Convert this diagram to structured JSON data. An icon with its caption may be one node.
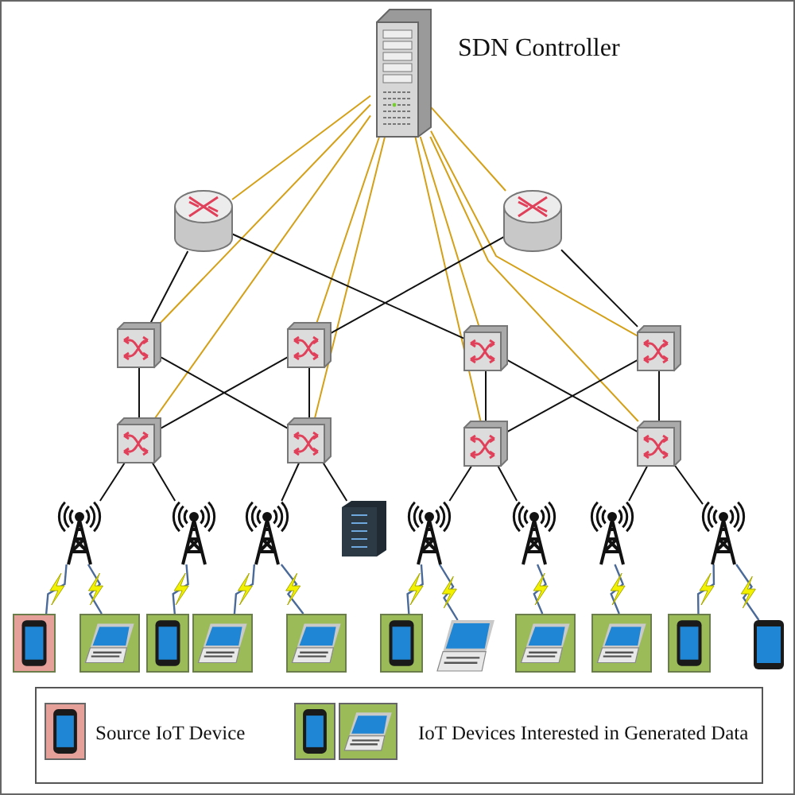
{
  "diagram": {
    "nodes": [
      {
        "text": [],
        "shape": "server",
        "beside": [
          "SDN Controller"
        ]
      },
      {
        "text": [],
        "shape": "router"
      },
      {
        "text": [],
        "shape": "router"
      },
      {
        "text": [],
        "shape": "switch"
      },
      {
        "text": [],
        "shape": "switch"
      },
      {
        "text": [],
        "shape": "switch"
      },
      {
        "text": [],
        "shape": "switch"
      },
      {
        "text": [],
        "shape": "switch"
      },
      {
        "text": [],
        "shape": "switch"
      },
      {
        "text": [],
        "shape": "switch"
      },
      {
        "text": [],
        "shape": "switch"
      },
      {
        "text": [],
        "shape": "antenna"
      },
      {
        "text": [],
        "shape": "antenna"
      },
      {
        "text": [],
        "shape": "antenna"
      },
      {
        "text": [],
        "shape": "rack"
      },
      {
        "text": [],
        "shape": "antenna"
      },
      {
        "text": [],
        "shape": "antenna"
      },
      {
        "text": [],
        "shape": "antenna"
      },
      {
        "text": [],
        "shape": "antenna"
      },
      {
        "text": [],
        "shape": "phone"
      },
      {
        "text": [],
        "shape": "laptop"
      },
      {
        "text": [],
        "shape": "phone"
      },
      {
        "text": [],
        "shape": "laptop"
      },
      {
        "text": [],
        "shape": "laptop"
      },
      {
        "text": [],
        "shape": "phone"
      },
      {
        "text": [],
        "shape": "laptop"
      },
      {
        "text": [],
        "shape": "laptop"
      },
      {
        "text": [],
        "shape": "laptop"
      },
      {
        "text": [],
        "shape": "phone"
      },
      {
        "text": [],
        "shape": "phone"
      }
    ],
    "edges": [
      {
        "from": 0,
        "to": 1,
        "arrow": "none",
        "color": "#d4a017"
      },
      {
        "from": 0,
        "to": 2,
        "arrow": "none",
        "color": "#d4a017"
      },
      {
        "from": 0,
        "to": 3,
        "arrow": "none",
        "color": "#d4a017"
      },
      {
        "from": 0,
        "to": 7,
        "arrow": "none",
        "color": "#d4a017"
      },
      {
        "from": 0,
        "to": 4,
        "arrow": "none",
        "color": "#d4a017"
      },
      {
        "from": 0,
        "to": 8,
        "arrow": "none",
        "color": "#d4a017"
      },
      {
        "from": 0,
        "to": 5,
        "arrow": "none",
        "color": "#d4a017"
      },
      {
        "from": 0,
        "to": 9,
        "arrow": "none",
        "color": "#d4a017"
      },
      {
        "from": 0,
        "to": 6,
        "arrow": "none",
        "color": "#d4a017"
      },
      {
        "from": 0,
        "to": 10,
        "arrow": "none",
        "color": "#d4a017"
      },
      {
        "from": 1,
        "to": 3,
        "arrow": "none"
      },
      {
        "from": 1,
        "to": 5,
        "arrow": "none"
      },
      {
        "from": 2,
        "to": 4,
        "arrow": "none"
      },
      {
        "from": 2,
        "to": 6,
        "arrow": "none"
      },
      {
        "from": 3,
        "to": 7,
        "arrow": "none"
      },
      {
        "from": 3,
        "to": 8,
        "arrow": "none"
      },
      {
        "from": 4,
        "to": 7,
        "arrow": "none"
      },
      {
        "from": 4,
        "to": 8,
        "arrow": "none"
      },
      {
        "from": 5,
        "to": 9,
        "arrow": "none"
      },
      {
        "from": 5,
        "to": 10,
        "arrow": "none"
      },
      {
        "from": 6,
        "to": 9,
        "arrow": "none"
      },
      {
        "from": 6,
        "to": 10,
        "arrow": "none"
      },
      {
        "from": 7,
        "to": 11,
        "arrow": "none"
      },
      {
        "from": 7,
        "to": 12,
        "arrow": "none"
      },
      {
        "from": 8,
        "to": 13,
        "arrow": "none"
      },
      {
        "from": 8,
        "to": 14,
        "arrow": "none"
      },
      {
        "from": 9,
        "to": 15,
        "arrow": "none"
      },
      {
        "from": 9,
        "to": 16,
        "arrow": "none"
      },
      {
        "from": 10,
        "to": 17,
        "arrow": "none"
      },
      {
        "from": 10,
        "to": 18,
        "arrow": "none"
      },
      {
        "from": 11,
        "to": 19,
        "arrow": "none",
        "color": "#4a6a9a"
      },
      {
        "from": 11,
        "to": 20,
        "arrow": "none",
        "color": "#4a6a9a"
      },
      {
        "from": 12,
        "to": 21,
        "arrow": "none",
        "color": "#4a6a9a"
      },
      {
        "from": 13,
        "to": 22,
        "arrow": "none",
        "color": "#4a6a9a"
      },
      {
        "from": 13,
        "to": 23,
        "arrow": "none",
        "color": "#4a6a9a"
      },
      {
        "from": 15,
        "to": 24,
        "arrow": "none",
        "color": "#4a6a9a"
      },
      {
        "from": 15,
        "to": 25,
        "arrow": "none",
        "color": "#4a6a9a"
      },
      {
        "from": 16,
        "to": 26,
        "arrow": "none",
        "color": "#4a6a9a"
      },
      {
        "from": 17,
        "to": 27,
        "arrow": "none",
        "color": "#4a6a9a"
      },
      {
        "from": 18,
        "to": 28,
        "arrow": "none",
        "color": "#4a6a9a"
      },
      {
        "from": 18,
        "to": 29,
        "arrow": "none",
        "color": "#4a6a9a"
      }
    ],
    "legend": [
      {
        "text": "Source IoT Device",
        "color": "#e6a09a"
      },
      {
        "text": "IoT Devices Interested in Generated Data",
        "color": "#9bbb59"
      }
    ]
  }
}
